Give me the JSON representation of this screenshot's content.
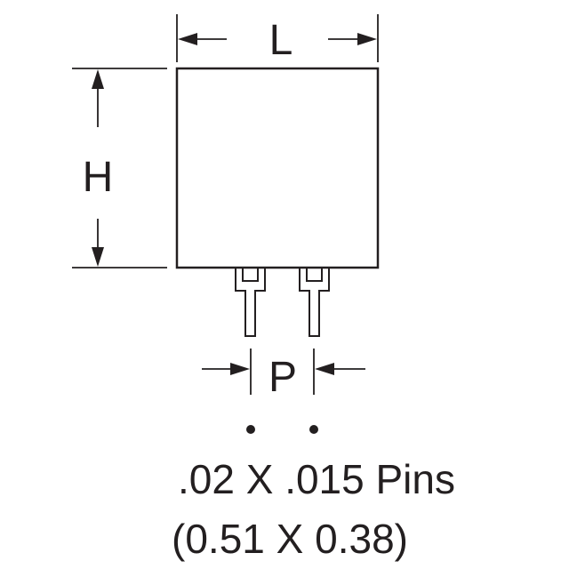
{
  "labels": {
    "length": "L",
    "height": "H",
    "pitch": "P"
  },
  "pin_note": {
    "line1": ".02 X .015 Pins",
    "line2": "(0.51 X 0.38)"
  },
  "colors": {
    "ink": "#231f20",
    "background": "#ffffff"
  }
}
